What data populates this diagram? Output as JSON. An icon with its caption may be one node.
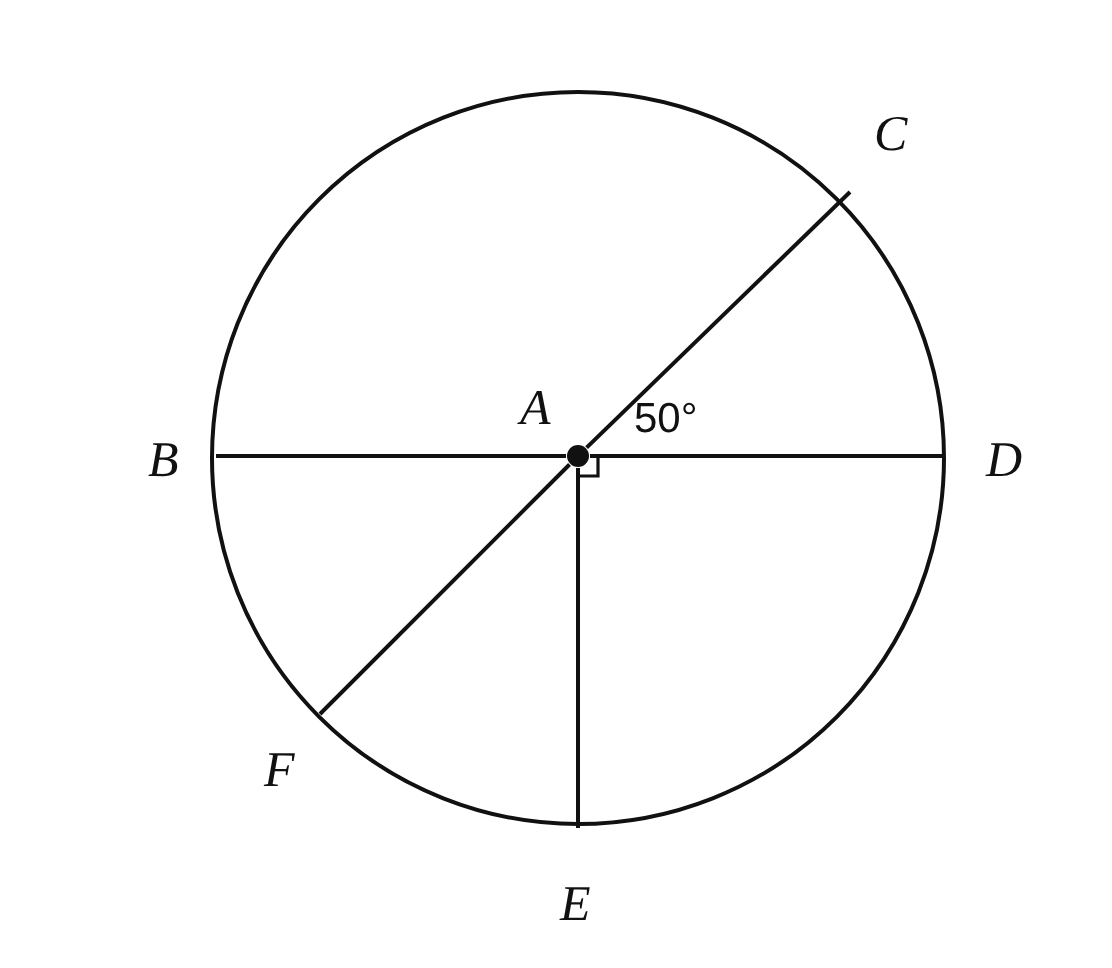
{
  "diagram": {
    "nodes": [
      {
        "text": [
          "A"
        ]
      },
      {
        "text": [
          "B"
        ]
      },
      {
        "text": [
          "C"
        ]
      },
      {
        "text": [
          "D"
        ]
      },
      {
        "text": [
          "E"
        ]
      },
      {
        "text": [
          "F"
        ]
      }
    ],
    "edges": [
      {
        "from": 1,
        "to": 0,
        "arrow": "none"
      },
      {
        "from": 0,
        "to": 3,
        "arrow": "none"
      },
      {
        "from": 2,
        "to": 0,
        "arrow": "none"
      },
      {
        "from": 0,
        "to": 5,
        "arrow": "none"
      },
      {
        "from": 0,
        "to": 4,
        "arrow": "none"
      }
    ],
    "labels": [
      "50°"
    ]
  }
}
